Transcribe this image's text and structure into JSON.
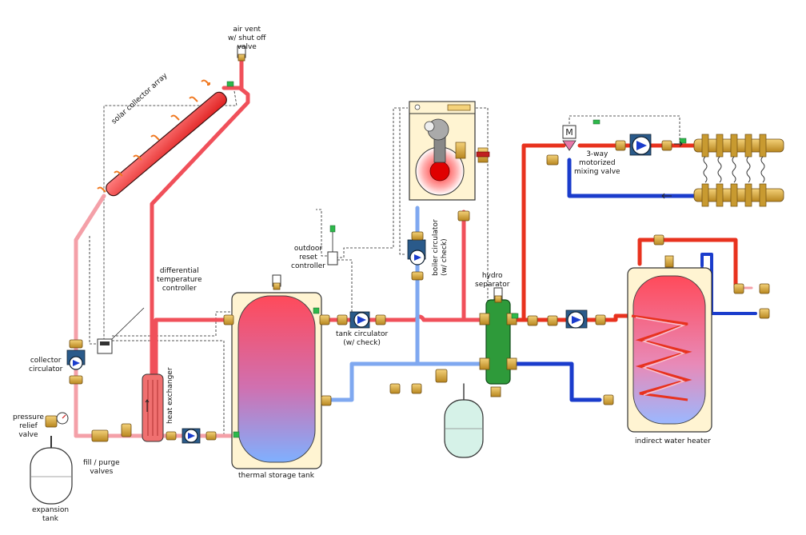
{
  "labels": {
    "air_vent": [
      "air vent",
      "w/ shut off",
      "valve"
    ],
    "solar_collector": "solar collector array",
    "differential_controller": [
      "differential",
      "temperature",
      "controller"
    ],
    "outdoor_reset": [
      "outdoor",
      "reset",
      "controller"
    ],
    "boiler_circulator": [
      "boiler circulator",
      "(w/ check)"
    ],
    "hydro_separator": [
      "hydro",
      "separator"
    ],
    "mixing_valve": [
      "3-way",
      "motorized",
      "mixing valve"
    ],
    "collector_circulator": [
      "collector",
      "circulator"
    ],
    "pressure_relief": [
      "pressure",
      "relief",
      "valve"
    ],
    "heat_exchanger": "heat exchanger",
    "tank_circulator": [
      "tank circulator",
      "(w/ check)"
    ],
    "fill_purge": [
      "fill / purge",
      "valves"
    ],
    "expansion_tank": [
      "expansion",
      "tank"
    ],
    "thermal_storage": "thermal storage tank",
    "indirect_heater": "indirect water heater",
    "motor_letter": "M"
  },
  "colors": {
    "hot_pipe": "#f0505a",
    "hot_pipe_dark": "#e8321e",
    "warm_pipe": "#f4a0a8",
    "cool_pipe": "#7fa8f0",
    "cold_pipe": "#1a3ccc",
    "tank_body": "#fff4d2",
    "brass": "#d9a832",
    "separator_green": "#2e9a3a",
    "expansion_tank": "#d6f2e8",
    "led_green": "#2db84a"
  }
}
